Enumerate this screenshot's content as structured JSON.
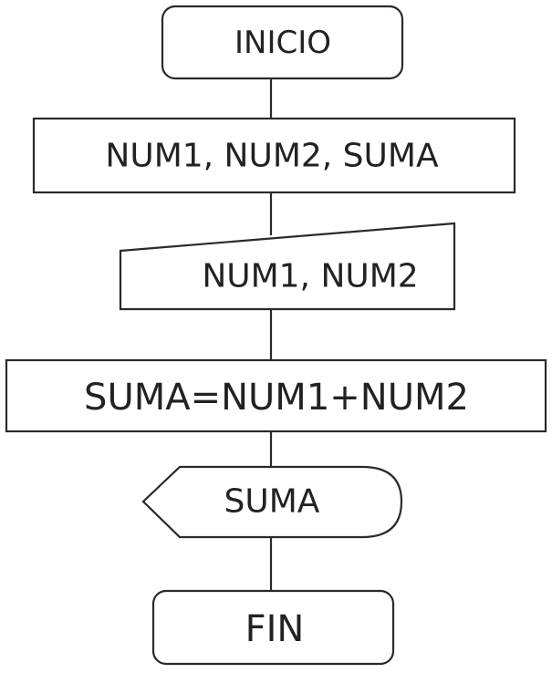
{
  "flowchart": {
    "start": "INICIO",
    "declare": "NUM1, NUM2, SUMA",
    "input": "NUM1, NUM2",
    "process": "SUMA=NUM1+NUM2",
    "output": "SUMA",
    "end": "FIN"
  }
}
